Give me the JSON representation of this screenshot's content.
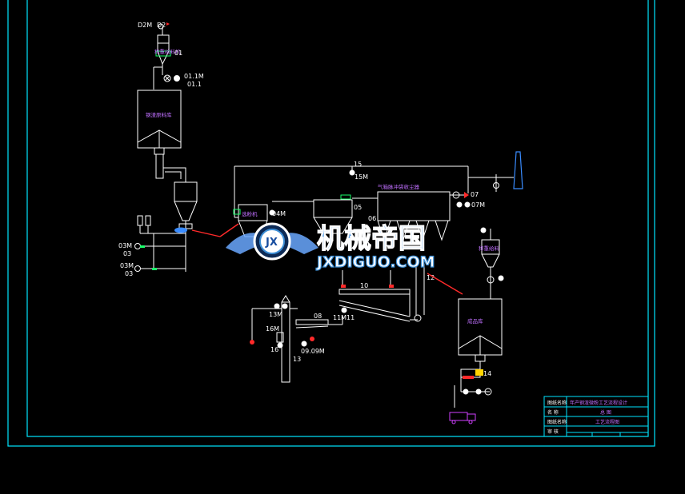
{
  "colors": {
    "background": "#000000",
    "frame": "#00e5ff",
    "line": "#ffffff",
    "feed_arrow": "#ff2a2a",
    "label_cn": "#c070ff",
    "accent_green": "#19ff6a",
    "accent_blue": "#3a8cff",
    "watermark": "#3d8fd6"
  },
  "labels": {
    "d2m": "D2M",
    "d2": "D2",
    "d1": "01",
    "d1m": "01.1M",
    "d11": "01.1",
    "d3m_a": "03M",
    "d3_a": "03",
    "d3m_b": "03M",
    "d3_b": "03",
    "d4m": "04M",
    "d5": "05",
    "d6": "06",
    "d7": "07",
    "d7m": "07M",
    "n10": "10",
    "n11m": "11M",
    "n11": "11",
    "n12": "12",
    "n13m": "13M",
    "n13": "13",
    "n15": "15",
    "n15m": "15M",
    "n16m": "16M",
    "n16": "16",
    "n08": "08",
    "n09": "09.09M",
    "n14": "14"
  },
  "equipment": {
    "silo_left": "钢渣原料库",
    "feeder_top": "称重给料机",
    "separator": "选粉机",
    "bag_filter": "气箱脉冲袋收尘器",
    "cyclone_right": "称重给料",
    "silo_right": "成品库"
  },
  "watermark": {
    "logo_letters": "JX",
    "title_cn": "机械帝国",
    "site": "JXDIGUO.COM"
  },
  "title_block": {
    "rows": [
      {
        "label": "图纸名称",
        "value": "年产钢渣微粉工艺流程设计"
      },
      {
        "label": "名 称",
        "value": "总 图"
      },
      {
        "label": "图纸名称",
        "value": "工艺流程图"
      },
      {
        "label": "审 核",
        "value": ""
      }
    ]
  }
}
